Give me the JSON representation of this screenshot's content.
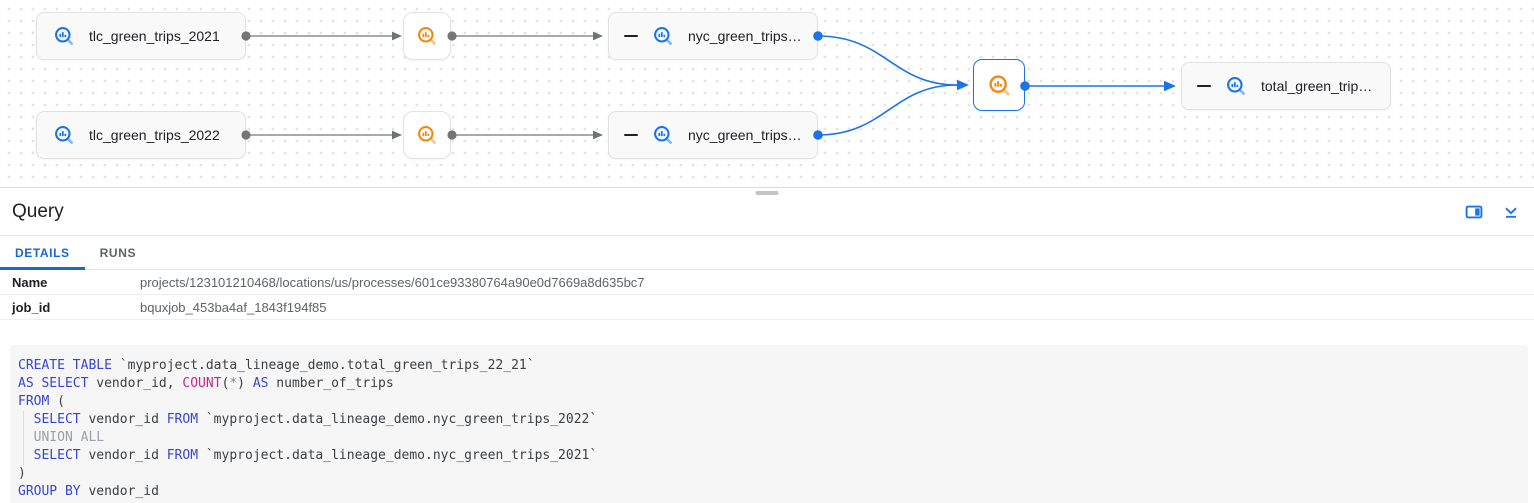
{
  "colors": {
    "accent_blue": "#1a73e8",
    "icon_blue": "#1a73e8",
    "icon_orange": "#f5870e",
    "edge_gray": "#8a8d91",
    "dot_gray": "#757575",
    "code_keyword": "#3745d1",
    "code_function": "#c5288c",
    "code_comment": "#9aa0a6",
    "code_operator": "#80868b",
    "code_text": "#3c4043"
  },
  "graph": {
    "nodes": [
      {
        "label": "tlc_green_trips_2021",
        "type": "table"
      },
      {
        "label": "tlc_green_trips_2022",
        "type": "table"
      },
      {
        "label": "nyc_green_trips…",
        "type": "table"
      },
      {
        "label": "nyc_green_trips…",
        "type": "table"
      },
      {
        "label": "total_green_trip…",
        "type": "table"
      },
      {
        "label": "",
        "type": "process"
      },
      {
        "label": "",
        "type": "process"
      },
      {
        "label": "",
        "type": "process-selected"
      }
    ]
  },
  "panel": {
    "title": "Query",
    "tabs": [
      {
        "label": "DETAILS",
        "active": true
      },
      {
        "label": "RUNS",
        "active": false
      }
    ],
    "details": [
      {
        "label": "Name",
        "value": "projects/123101210468/locations/us/processes/601ce93380764a90e0d7669a8d635bc7"
      },
      {
        "label": "job_id",
        "value": "bquxjob_453ba4af_1843f194f85"
      }
    ]
  },
  "sql": {
    "lines": [
      [
        {
          "t": "CREATE TABLE ",
          "c": "kwd"
        },
        {
          "t": "`myproject.data_lineage_demo.total_green_trips_22_21`",
          "c": "pln"
        }
      ],
      [
        {
          "t": "AS SELECT",
          "c": "kwd"
        },
        {
          "t": " vendor_id, ",
          "c": "pln"
        },
        {
          "t": "COUNT",
          "c": "fun"
        },
        {
          "t": "(",
          "c": "pln"
        },
        {
          "t": "*",
          "c": "opr"
        },
        {
          "t": ") ",
          "c": "pln"
        },
        {
          "t": "AS",
          "c": "kwd"
        },
        {
          "t": " number_of_trips",
          "c": "pln"
        }
      ],
      [
        {
          "t": "FROM",
          "c": "kwd"
        },
        {
          "t": " (",
          "c": "pln"
        }
      ],
      [
        {
          "t": "  ",
          "c": "pln"
        },
        {
          "t": "SELECT",
          "c": "kwd"
        },
        {
          "t": " vendor_id ",
          "c": "pln"
        },
        {
          "t": "FROM",
          "c": "kwd"
        },
        {
          "t": " `myproject.data_lineage_demo.nyc_green_trips_2022`",
          "c": "pln"
        }
      ],
      [
        {
          "t": "  ",
          "c": "pln"
        },
        {
          "t": "UNION ALL",
          "c": "com"
        }
      ],
      [
        {
          "t": "  ",
          "c": "pln"
        },
        {
          "t": "SELECT",
          "c": "kwd"
        },
        {
          "t": " vendor_id ",
          "c": "pln"
        },
        {
          "t": "FROM",
          "c": "kwd"
        },
        {
          "t": " `myproject.data_lineage_demo.nyc_green_trips_2021`",
          "c": "pln"
        }
      ],
      [
        {
          "t": ")",
          "c": "pln"
        }
      ],
      [
        {
          "t": "GROUP BY",
          "c": "kwd"
        },
        {
          "t": " vendor_id",
          "c": "pln"
        }
      ]
    ]
  }
}
